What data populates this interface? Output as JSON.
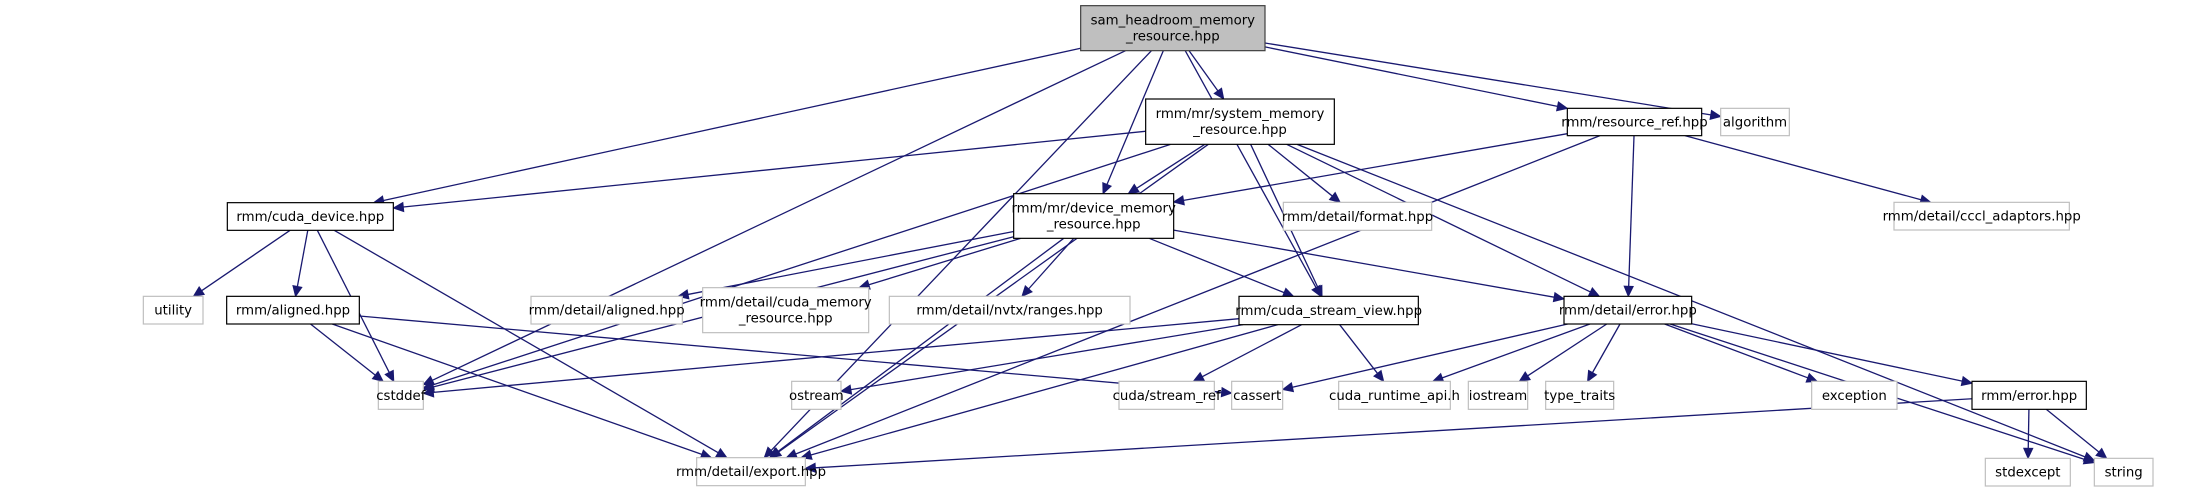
{
  "diagram": {
    "type": "include-dependency-graph",
    "colors": {
      "edge": "#191970",
      "root_fill": "#bfbfbf",
      "root_border": "#404040",
      "documented_border": "#000000",
      "undocumented_border": "#bfbfbf",
      "node_fill": "#ffffff"
    },
    "nodes": [
      {
        "id": "root",
        "lines": [
          "sam_headroom_memory",
          "_resource.hpp"
        ],
        "kind": "root"
      },
      {
        "id": "system_mr",
        "lines": [
          "rmm/mr/system_memory",
          "_resource.hpp"
        ],
        "kind": "documented"
      },
      {
        "id": "resource_ref",
        "lines": [
          "rmm/resource_ref.hpp"
        ],
        "kind": "documented"
      },
      {
        "id": "algorithm",
        "lines": [
          "algorithm"
        ],
        "kind": "external"
      },
      {
        "id": "cuda_device",
        "lines": [
          "rmm/cuda_device.hpp"
        ],
        "kind": "documented"
      },
      {
        "id": "device_mr",
        "lines": [
          "rmm/mr/device_memory",
          "_resource.hpp"
        ],
        "kind": "documented"
      },
      {
        "id": "format",
        "lines": [
          "rmm/detail/format.hpp"
        ],
        "kind": "external"
      },
      {
        "id": "cccl_adaptors",
        "lines": [
          "rmm/detail/cccl_adaptors.hpp"
        ],
        "kind": "external"
      },
      {
        "id": "utility",
        "lines": [
          "utility"
        ],
        "kind": "external"
      },
      {
        "id": "aligned",
        "lines": [
          "rmm/aligned.hpp"
        ],
        "kind": "documented"
      },
      {
        "id": "detail_aligned",
        "lines": [
          "rmm/detail/aligned.hpp"
        ],
        "kind": "external"
      },
      {
        "id": "cuda_memory_resource",
        "lines": [
          "rmm/detail/cuda_memory",
          "_resource.hpp"
        ],
        "kind": "external"
      },
      {
        "id": "nvtx_ranges",
        "lines": [
          "rmm/detail/nvtx/ranges.hpp"
        ],
        "kind": "external"
      },
      {
        "id": "cuda_stream_view",
        "lines": [
          "rmm/cuda_stream_view.hpp"
        ],
        "kind": "documented"
      },
      {
        "id": "detail_error",
        "lines": [
          "rmm/detail/error.hpp"
        ],
        "kind": "documented"
      },
      {
        "id": "cstddef",
        "lines": [
          "cstddef"
        ],
        "kind": "external"
      },
      {
        "id": "ostream",
        "lines": [
          "ostream"
        ],
        "kind": "external"
      },
      {
        "id": "stream_ref",
        "lines": [
          "cuda/stream_ref"
        ],
        "kind": "external"
      },
      {
        "id": "cassert",
        "lines": [
          "cassert"
        ],
        "kind": "external"
      },
      {
        "id": "cuda_runtime_api",
        "lines": [
          "cuda_runtime_api.h"
        ],
        "kind": "external"
      },
      {
        "id": "iostream",
        "lines": [
          "iostream"
        ],
        "kind": "external"
      },
      {
        "id": "type_traits",
        "lines": [
          "type_traits"
        ],
        "kind": "external"
      },
      {
        "id": "exception",
        "lines": [
          "exception"
        ],
        "kind": "external"
      },
      {
        "id": "rmm_error",
        "lines": [
          "rmm/error.hpp"
        ],
        "kind": "documented"
      },
      {
        "id": "export",
        "lines": [
          "rmm/detail/export.hpp"
        ],
        "kind": "external"
      },
      {
        "id": "stdexcept",
        "lines": [
          "stdexcept"
        ],
        "kind": "external"
      },
      {
        "id": "string",
        "lines": [
          "string"
        ],
        "kind": "external"
      }
    ],
    "edges": [
      [
        "root",
        "system_mr"
      ],
      [
        "root",
        "resource_ref"
      ],
      [
        "root",
        "algorithm"
      ],
      [
        "root",
        "cuda_device"
      ],
      [
        "root",
        "device_mr"
      ],
      [
        "root",
        "cuda_stream_view"
      ],
      [
        "root",
        "cstddef"
      ],
      [
        "root",
        "export"
      ],
      [
        "system_mr",
        "cuda_device"
      ],
      [
        "system_mr",
        "device_mr"
      ],
      [
        "system_mr",
        "format"
      ],
      [
        "system_mr",
        "cuda_stream_view"
      ],
      [
        "system_mr",
        "detail_error"
      ],
      [
        "system_mr",
        "cstddef"
      ],
      [
        "system_mr",
        "export"
      ],
      [
        "system_mr",
        "string"
      ],
      [
        "resource_ref",
        "device_mr"
      ],
      [
        "resource_ref",
        "cccl_adaptors"
      ],
      [
        "resource_ref",
        "detail_error"
      ],
      [
        "resource_ref",
        "export"
      ],
      [
        "cuda_device",
        "utility"
      ],
      [
        "cuda_device",
        "aligned"
      ],
      [
        "cuda_device",
        "cstddef"
      ],
      [
        "cuda_device",
        "export"
      ],
      [
        "device_mr",
        "detail_aligned"
      ],
      [
        "device_mr",
        "cuda_memory_resource"
      ],
      [
        "device_mr",
        "nvtx_ranges"
      ],
      [
        "device_mr",
        "cuda_stream_view"
      ],
      [
        "device_mr",
        "detail_error"
      ],
      [
        "device_mr",
        "cstddef"
      ],
      [
        "device_mr",
        "export"
      ],
      [
        "aligned",
        "cstddef"
      ],
      [
        "aligned",
        "cassert"
      ],
      [
        "aligned",
        "export"
      ],
      [
        "cuda_stream_view",
        "cstddef"
      ],
      [
        "cuda_stream_view",
        "ostream"
      ],
      [
        "cuda_stream_view",
        "stream_ref"
      ],
      [
        "cuda_stream_view",
        "cuda_runtime_api"
      ],
      [
        "cuda_stream_view",
        "export"
      ],
      [
        "detail_error",
        "cassert"
      ],
      [
        "detail_error",
        "cuda_runtime_api"
      ],
      [
        "detail_error",
        "iostream"
      ],
      [
        "detail_error",
        "type_traits"
      ],
      [
        "detail_error",
        "exception"
      ],
      [
        "detail_error",
        "rmm_error"
      ],
      [
        "detail_error",
        "string"
      ],
      [
        "rmm_error",
        "export"
      ],
      [
        "rmm_error",
        "stdexcept"
      ],
      [
        "rmm_error",
        "string"
      ]
    ]
  }
}
